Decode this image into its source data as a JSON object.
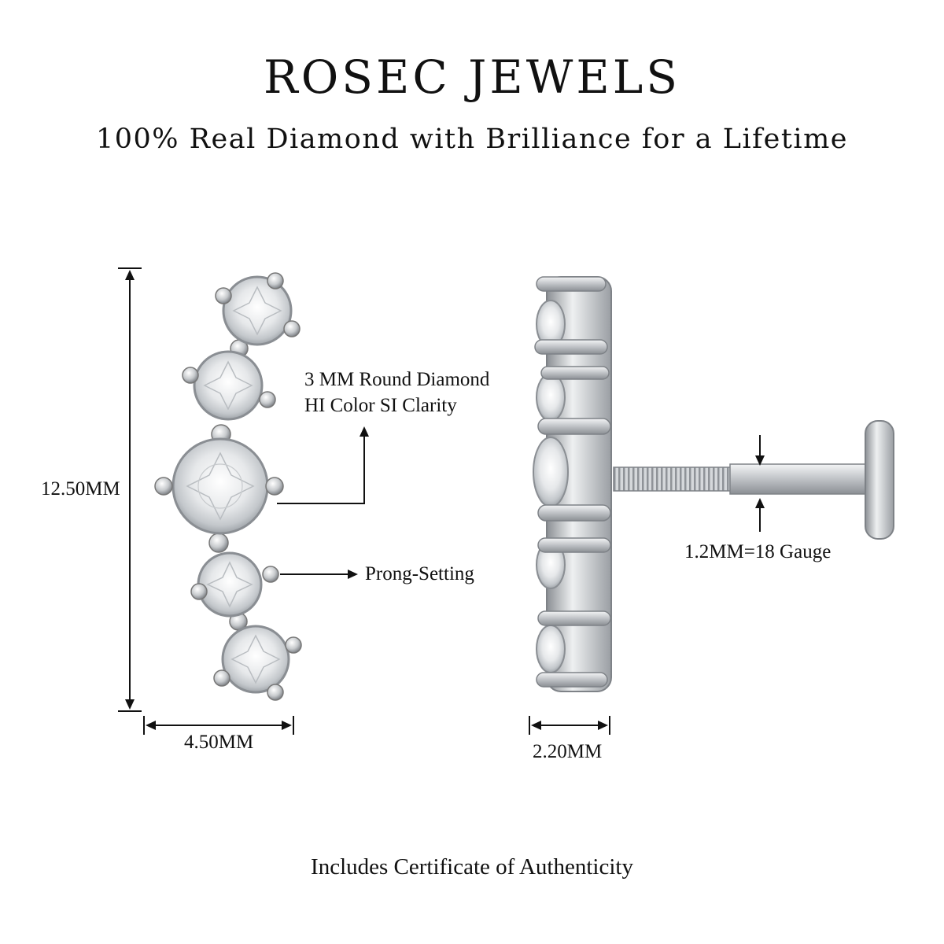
{
  "brand": {
    "title": "ROSEC JEWELS",
    "tagline": "100% Real Diamond with Brilliance for a Lifetime"
  },
  "front_view": {
    "height_label": "12.50MM",
    "width_label": "4.50MM",
    "stone_label_line1": "3 MM Round Diamond",
    "stone_label_line2": "HI Color SI Clarity",
    "setting_label": "Prong-Setting"
  },
  "side_view": {
    "depth_label": "2.20MM",
    "gauge_label": "1.2MM=18 Gauge"
  },
  "footer": {
    "note": "Includes Certificate of Authenticity"
  },
  "colors": {
    "metal": "#c9ccd0",
    "metal_dark": "#8d9196",
    "text": "#111111"
  }
}
